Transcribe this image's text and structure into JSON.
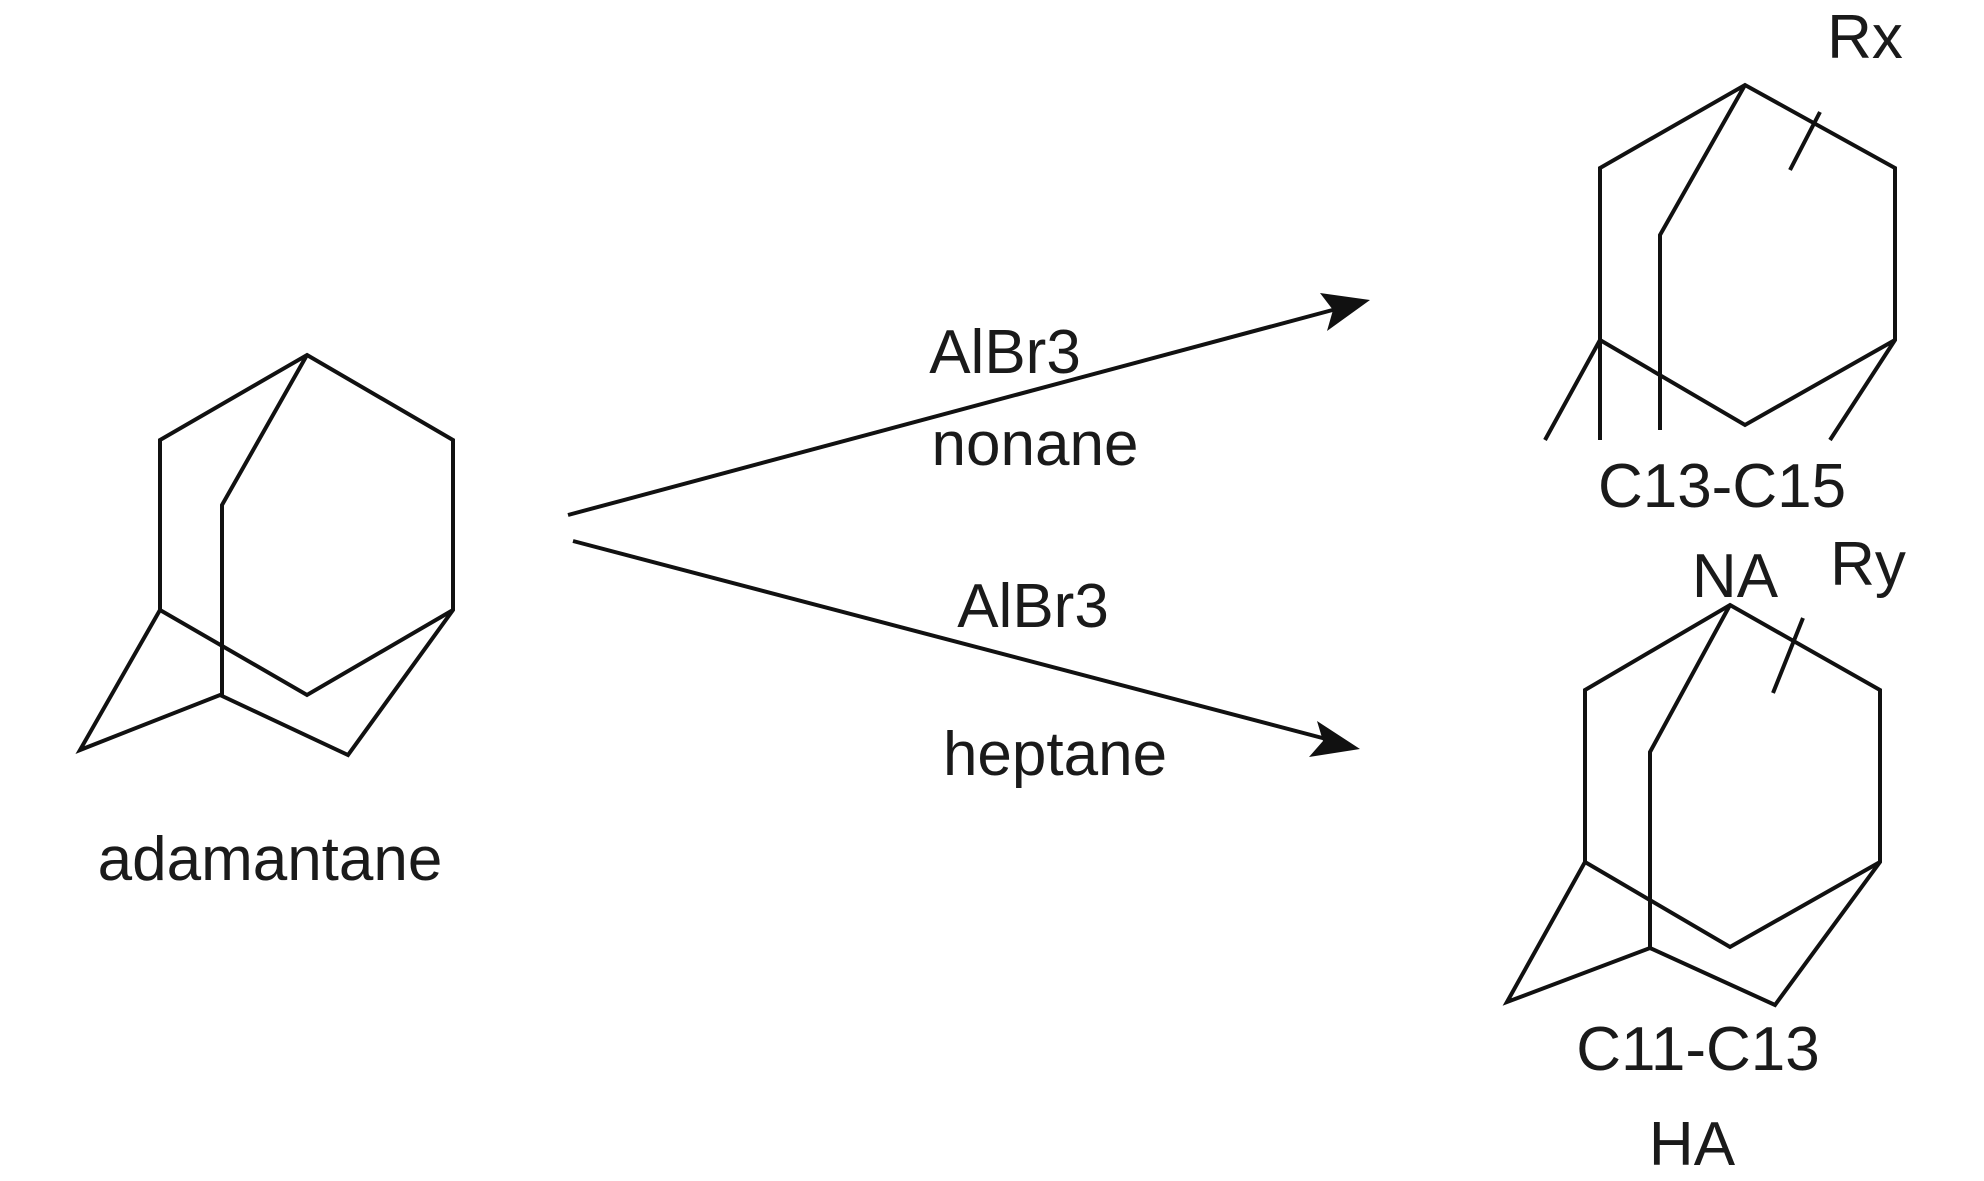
{
  "reactant": {
    "name": "adamantane"
  },
  "reactions": [
    {
      "catalyst": "AlBr3",
      "solvent": "nonane",
      "product": {
        "substituent": "Rx",
        "carbon_range": "C13-C15",
        "abbreviation": "NA"
      }
    },
    {
      "catalyst": "AlBr3",
      "solvent": "heptane",
      "product": {
        "substituent": "Ry",
        "carbon_range": "C11-C13",
        "abbreviation": "HA"
      }
    }
  ],
  "colors": {
    "ink": "#111111",
    "background": "#ffffff"
  }
}
